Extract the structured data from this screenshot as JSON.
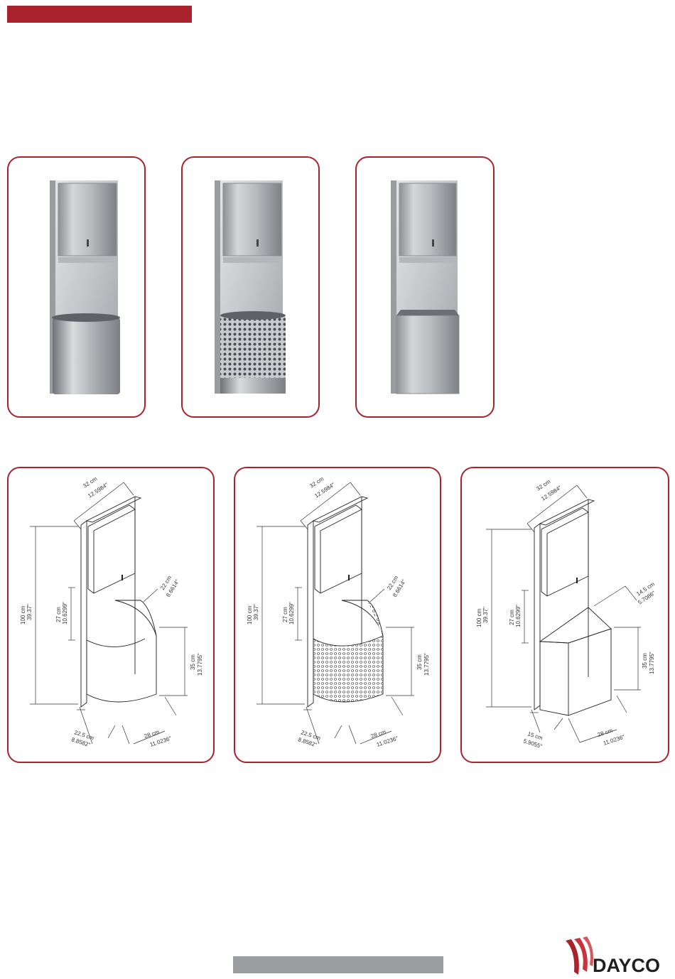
{
  "brand": {
    "name": "DAYCO",
    "accent": "#a9232d"
  },
  "dimensions": {
    "width_cm": "32 cm",
    "width_in": "12.5984\"",
    "height_cm": "100 cm",
    "height_in": "39.37\"",
    "gap_cm": "27 cm",
    "gap_in": "10.6299\"",
    "bin_height_cm": "35 cm",
    "bin_height_in": "13.7795\"",
    "bin_width_cm": "28 cm",
    "bin_width_in": "11.0236\"",
    "round_depth_cm": "22 cm",
    "round_depth_in": "8.6614\"",
    "round_base_cm": "22.5 cm",
    "round_base_in": "8.8582\"",
    "square_depth_cm": "14.5 cm",
    "square_depth_in": "5.7086\"",
    "square_base_cm": "15 cm",
    "square_base_in": "5.9055\""
  }
}
